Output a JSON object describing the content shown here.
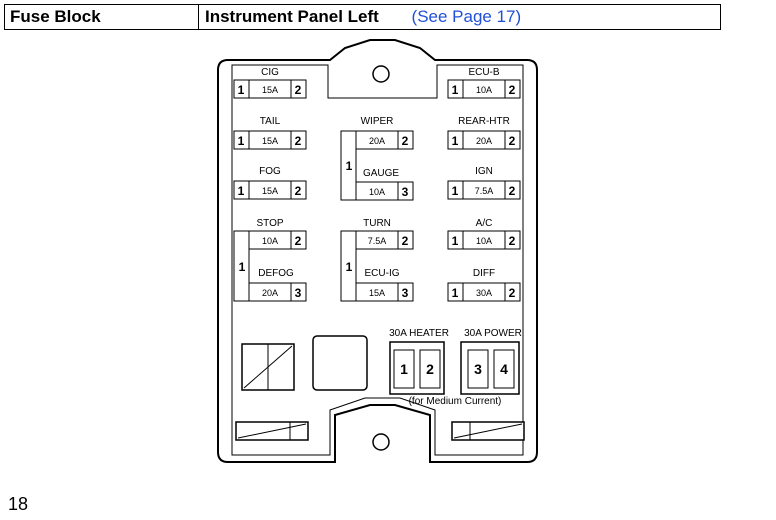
{
  "header": {
    "title": "Fuse Block",
    "location": "Instrument Panel Left",
    "reference": "(See Page 17)"
  },
  "page_number": "18",
  "fuses": {
    "cig": {
      "label": "CIG",
      "rating": "15A",
      "pin_left": "1",
      "pin_right": "2"
    },
    "tail": {
      "label": "TAIL",
      "rating": "15A",
      "pin_left": "1",
      "pin_right": "2"
    },
    "fog": {
      "label": "FOG",
      "rating": "15A",
      "pin_left": "1",
      "pin_right": "2"
    },
    "ecu_b": {
      "label": "ECU-B",
      "rating": "10A",
      "pin_left": "1",
      "pin_right": "2"
    },
    "rear_htr": {
      "label": "REAR-HTR",
      "rating": "20A",
      "pin_left": "1",
      "pin_right": "2"
    },
    "ign": {
      "label": "IGN",
      "rating": "7.5A",
      "pin_left": "1",
      "pin_right": "2"
    },
    "ac": {
      "label": "A/C",
      "rating": "10A",
      "pin_left": "1",
      "pin_right": "2"
    },
    "diff": {
      "label": "DIFF",
      "rating": "30A",
      "pin_left": "1",
      "pin_right": "2"
    }
  },
  "double_fuses": {
    "wiper_gauge": {
      "common_pin": "1",
      "top_label": "WIPER",
      "top_rating": "20A",
      "top_pin": "2",
      "bottom_label": "GAUGE",
      "bottom_rating": "10A",
      "bottom_pin": "3"
    },
    "stop_defog": {
      "common_pin": "1",
      "top_label": "STOP",
      "top_rating": "10A",
      "top_pin": "2",
      "bottom_label": "DEFOG",
      "bottom_rating": "20A",
      "bottom_pin": "3"
    },
    "turn_ecu_ig": {
      "common_pin": "1",
      "top_label": "TURN",
      "top_rating": "7.5A",
      "top_pin": "2",
      "bottom_label": "ECU-IG",
      "bottom_rating": "15A",
      "bottom_pin": "3"
    }
  },
  "breakers": {
    "heater": {
      "label": "30A  HEATER",
      "pin_a": "1",
      "pin_b": "2"
    },
    "power": {
      "label": "30A  POWER",
      "pin_a": "3",
      "pin_b": "4"
    },
    "note": "(for  Medium  Current)"
  }
}
